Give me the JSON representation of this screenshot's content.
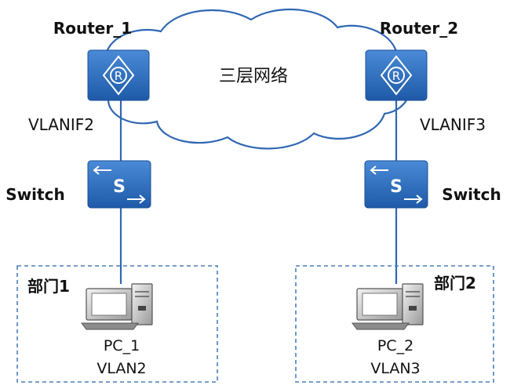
{
  "network": {
    "label": "三层网络"
  },
  "routers": [
    {
      "name": "Router_1",
      "interface": "VLANIF2",
      "icon_letter": "R"
    },
    {
      "name": "Router_2",
      "interface": "VLANIF3",
      "icon_letter": "R"
    }
  ],
  "switches": [
    {
      "label": "Switch",
      "icon_letter": "S"
    },
    {
      "label": "Switch",
      "icon_letter": "S"
    }
  ],
  "departments": [
    {
      "label": "部门1",
      "pc": "PC_1",
      "vlan": "VLAN2"
    },
    {
      "label": "部门2",
      "pc": "PC_2",
      "vlan": "VLAN3"
    }
  ],
  "colors": {
    "device_blue": "#1f5fae",
    "device_light": "#3d7fd0",
    "dashed_border": "#4a7fbf",
    "line": "#2f67b3"
  }
}
